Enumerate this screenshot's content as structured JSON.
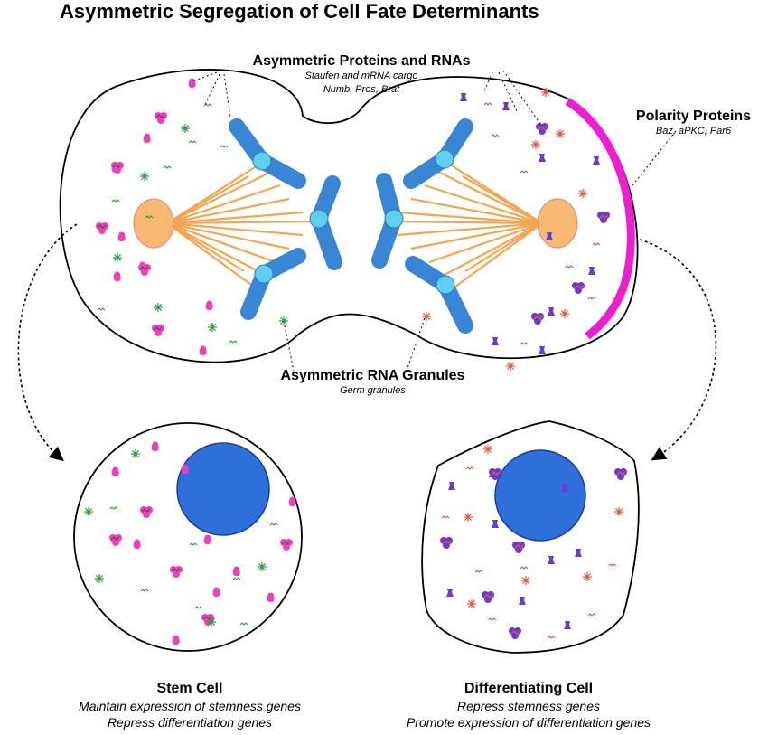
{
  "title": "Asymmetric Segregation of Cell Fate Determinants",
  "labels": {
    "proteins_rnas": {
      "heading": "Asymmetric Proteins and RNAs",
      "line1": "Staufen and mRNA cargo",
      "line2": "Numb, Pros, Brat"
    },
    "polarity": {
      "heading": "Polarity Proteins",
      "line1": "Baz, aPKC, Par6"
    },
    "rna_granules": {
      "heading": "Asymmetric RNA Granules",
      "line1": "Germ granules"
    }
  },
  "cells": {
    "stem": {
      "heading": "Stem Cell",
      "line1": "Maintain expression of stemness genes",
      "line2": "Repress differentiation genes"
    },
    "differentiating": {
      "heading": "Differentiating Cell",
      "line1": "Repress stemness genes",
      "line2": "Promote expression of differentiation genes"
    }
  },
  "colors": {
    "chromosome": "#3a86d6",
    "centromere": "#5fcfef",
    "centrosome": "#f7b872",
    "spindle": "#f2a654",
    "polarity_crescent": "#ee1fd0",
    "nucleus": "#2f6fd9",
    "pink_particle": "#ee3fbe",
    "green_granule": "#2a9a3a",
    "purple_particle": "#6b3ad0",
    "red_granule": "#e5533d"
  }
}
